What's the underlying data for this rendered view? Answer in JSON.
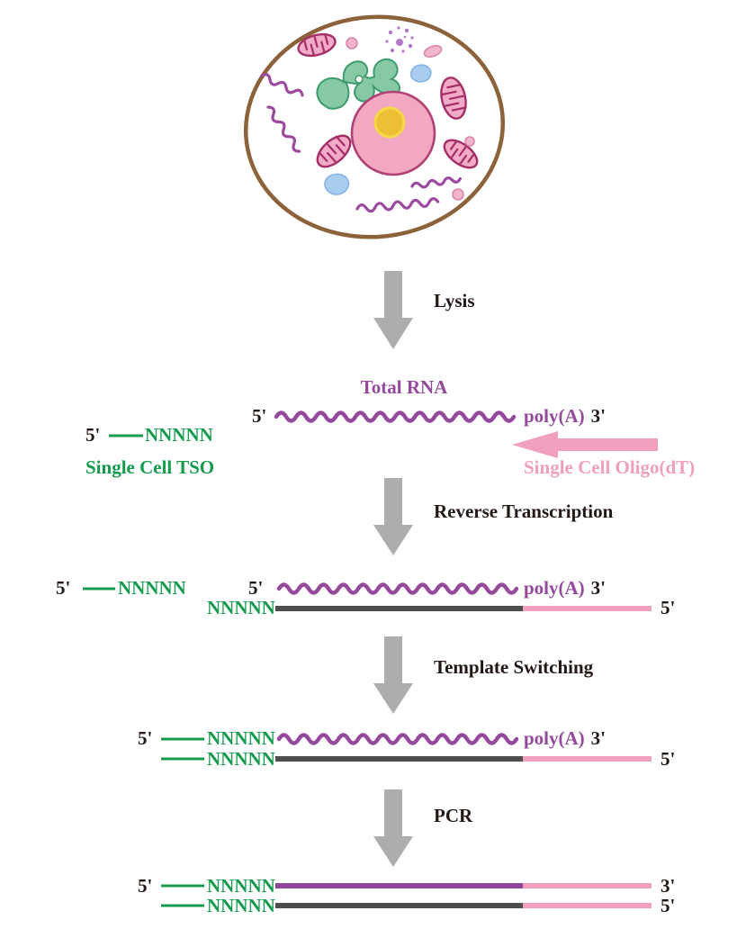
{
  "figure_type": "single-cell RNA-seq library prep workflow diagram",
  "labels": {
    "total_rna": "Total RNA",
    "five_prime": "5'",
    "three_prime": "3'",
    "poly_a": "poly(A)",
    "n_oligo": "NNNNN",
    "single_cell_tso": "Single Cell TSO",
    "single_cell_oligo_dt": "Single Cell Oligo(dT)"
  },
  "steps": [
    {
      "id": "lysis",
      "label": "Lysis"
    },
    {
      "id": "reverse-transcription",
      "label": "Reverse Transcription"
    },
    {
      "id": "template-switching",
      "label": "Template Switching"
    },
    {
      "id": "pcr",
      "label": "PCR"
    }
  ],
  "cell": {
    "organelles": [
      "cell-membrane",
      "nucleus",
      "nucleolus",
      "golgi-apparatus",
      "mitochondria",
      "mrna-squiggles",
      "vesicles",
      "centriole-dots"
    ]
  },
  "colors": {
    "rna_purple": "#94499C",
    "squiggle_purple": "#9B4AA0",
    "tso_green": "#149B4D",
    "oligo_pink": "#F0A0BE",
    "cdna_dark_gray": "#4D4D4D",
    "step_arrow_gray": "#ADADAD",
    "text_black": "#231815",
    "membrane_brown": "#8B6239",
    "nucleus_pink": "#F2A8C0",
    "nucleus_border": "#B04175",
    "nucleolus_yellow": "#EDBF37",
    "golgi_green": "#87C9A5",
    "golgi_border": "#3D9C6E",
    "mitochondria_pink": "#F2ABC6",
    "mitochondria_border": "#A52E68",
    "vesicle_blue": "#A8CDEF",
    "dots_purple": "#B379C7"
  }
}
